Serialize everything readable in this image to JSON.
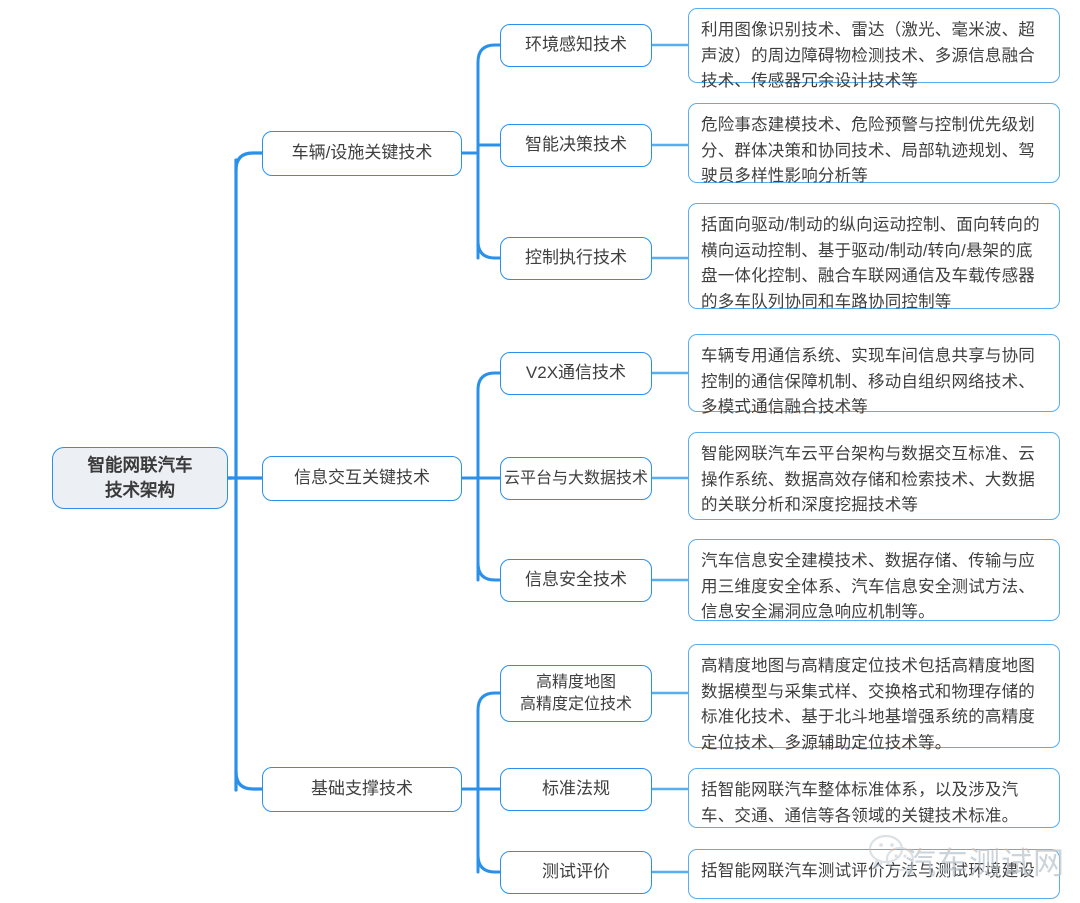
{
  "diagram": {
    "title": "智能网联汽车技术架构",
    "type": "mindmap",
    "accent_color": "#2b90ea",
    "leaf_border_color": "#57aef0",
    "root_fill": "#eceff4",
    "text_color": "#3f3f3f"
  },
  "root": {
    "label": "智能网联汽车\n技术架构",
    "line1": "智能网联汽车",
    "line2": "技术架构"
  },
  "branches": [
    {
      "label": "车辆/设施关键技术",
      "children": [
        {
          "label": "环境感知技术",
          "detail": "利用图像识别技术、雷达（激光、毫米波、超声波）的周边障碍物检测技术、多源信息融合技术、传感器冗余设计技术等"
        },
        {
          "label": "智能决策技术",
          "detail": "危险事态建模技术、危险预警与控制优先级划分、群体决策和协同技术、局部轨迹规划、驾驶员多样性影响分析等"
        },
        {
          "label": "控制执行技术",
          "detail": "括面向驱动/制动的纵向运动控制、面向转向的横向运动控制、基于驱动/制动/转向/悬架的底盘一体化控制、融合车联网通信及车载传感器的多车队列协同和车路协同控制等"
        }
      ]
    },
    {
      "label": "信息交互关键技术",
      "children": [
        {
          "label": "V2X通信技术",
          "detail": "车辆专用通信系统、实现车间信息共享与协同控制的通信保障机制、移动自组织网络技术、多模式通信融合技术等"
        },
        {
          "label": "云平台与大数据技术",
          "detail": "智能网联汽车云平台架构与数据交互标准、云操作系统、数据高效存储和检索技术、大数据的关联分析和深度挖掘技术等"
        },
        {
          "label": "信息安全技术",
          "detail": "汽车信息安全建模技术、数据存储、传输与应用三维度安全体系、汽车信息安全测试方法、信息安全漏洞应急响应机制等。"
        }
      ]
    },
    {
      "label": "基础支撑技术",
      "children": [
        {
          "label": "高精度地图\n高精度定位技术",
          "label_line1": "高精度地图",
          "label_line2": "高精度定位技术",
          "detail": "高精度地图与高精度定位技术包括高精度地图数据模型与采集式样、交换格式和物理存储的标准化技术、基于北斗地基增强系统的高精度定位技术、多源辅助定位技术等。"
        },
        {
          "label": "标准法规",
          "detail": "括智能网联汽车整体标准体系，以及涉及汽车、交通、通信等各领域的关键技术标准。"
        },
        {
          "label": "测试评价",
          "detail": "括智能网联汽车测试评价方法与测试环境建设"
        }
      ]
    }
  ],
  "watermark": {
    "text": "汽车测试网",
    "icon": "wechat-icon"
  }
}
